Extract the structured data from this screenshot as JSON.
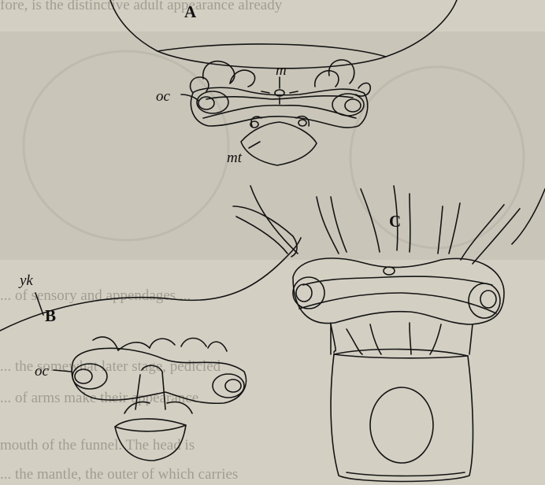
{
  "figure": {
    "panels": [
      {
        "id": "A",
        "label": "A",
        "labels": [
          "m",
          "oc",
          "mt"
        ]
      },
      {
        "id": "B",
        "label": "B",
        "labels": [
          "yk",
          "oc"
        ]
      },
      {
        "id": "C",
        "label": "C",
        "labels": []
      }
    ]
  },
  "page_text": {
    "line_1": "fore, is the distinctive adult appearance already",
    "line_2": "... of sensory and appendages ...",
    "line_3": "... the somewhat later stage, pedicled",
    "line_4": "... of arms make their appearance",
    "line_5": "mouth of the funnel. The head is",
    "line_6": "... the mantle, the outer of which carries"
  }
}
